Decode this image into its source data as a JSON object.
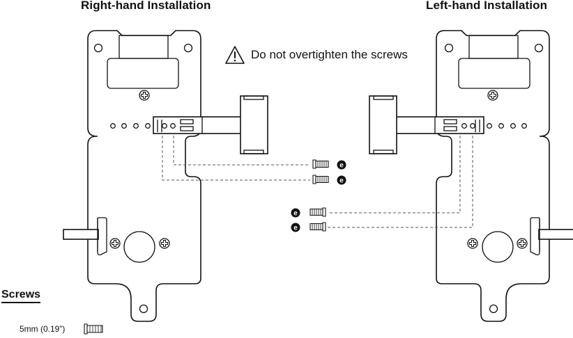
{
  "titles": {
    "right": "Right-hand Installation",
    "left": "Left-hand Installation"
  },
  "warning": {
    "text": "Do not overtighten the screws",
    "icon": "warning-triangle-icon"
  },
  "screws": {
    "heading": "Screws",
    "size_label": "5mm (0.19”)",
    "part_letter": "e"
  },
  "colors": {
    "ink": "#111111",
    "dash": "#555555"
  }
}
